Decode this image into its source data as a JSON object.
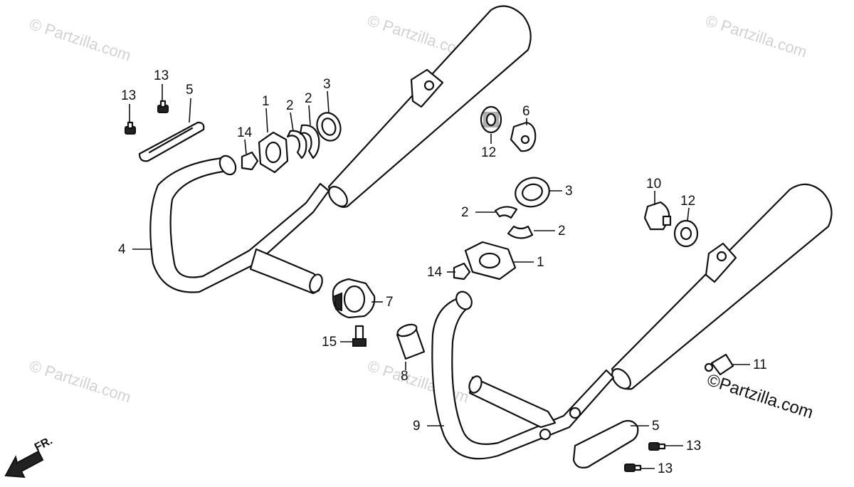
{
  "watermark": {
    "text": "© Partzilla.com"
  },
  "brand": {
    "text": "©Partzilla.com"
  },
  "direction": {
    "label": "FR."
  },
  "callouts": {
    "c1a": "1",
    "c1b": "1",
    "c2a": "2",
    "c2b": "2",
    "c2c": "2",
    "c2d": "2",
    "c3a": "3",
    "c3b": "3",
    "c4": "4",
    "c5a": "5",
    "c5b": "5",
    "c6": "6",
    "c7": "7",
    "c8": "8",
    "c9": "9",
    "c10": "10",
    "c11": "11",
    "c12a": "12",
    "c12b": "12",
    "c13a": "13",
    "c13b": "13",
    "c13c": "13",
    "c13d": "13",
    "c14a": "14",
    "c14b": "14",
    "c15": "15"
  },
  "colors": {
    "line": "#111111",
    "watermark": "#d2d2d2",
    "background": "#ffffff"
  }
}
